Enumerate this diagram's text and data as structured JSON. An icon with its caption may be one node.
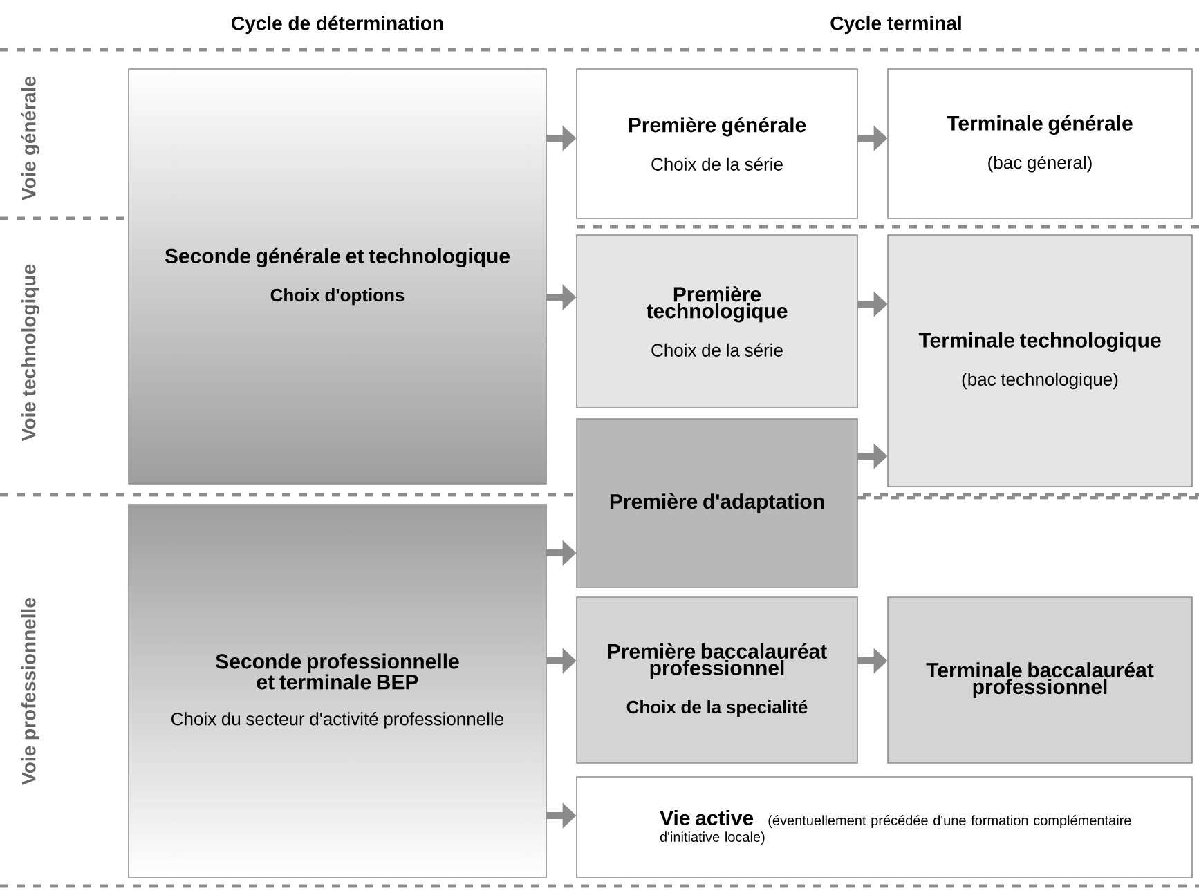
{
  "diagram": {
    "nodes": [
      {
        "text": [
          "Seconde générale et technologique",
          "Choix d'options"
        ]
      },
      {
        "text": [
          "Première générale",
          "Choix de la série"
        ]
      },
      {
        "text": [
          "Terminale générale",
          "(bac géneral)"
        ]
      },
      {
        "text": [
          "Première technologique",
          "Choix de la série"
        ]
      },
      {
        "text": [
          "Terminale technologique",
          "(bac technologique)"
        ]
      },
      {
        "text": [
          "Première d'adaptation"
        ]
      },
      {
        "text": [
          "Seconde professionnelle et terminale BEP",
          "Choix du secteur d'activité professionnelle"
        ]
      },
      {
        "text": [
          "Première baccalauréat professionnel",
          "Choix de la specialité"
        ]
      },
      {
        "text": [
          "Terminale baccalauréat professionnel"
        ]
      },
      {
        "text": [
          "Vie active",
          "(éventuellement précédée d'une formation complémentaire d'initiative locale)"
        ]
      }
    ],
    "edges": [
      {
        "from": 0,
        "to": 1,
        "arrow": "to"
      },
      {
        "from": 1,
        "to": 2,
        "arrow": "to"
      },
      {
        "from": 0,
        "to": 3,
        "arrow": "to"
      },
      {
        "from": 3,
        "to": 4,
        "arrow": "to"
      },
      {
        "from": 5,
        "to": 4,
        "arrow": "to"
      },
      {
        "from": 6,
        "to": 5,
        "arrow": "to"
      },
      {
        "from": 6,
        "to": 7,
        "arrow": "to"
      },
      {
        "from": 7,
        "to": 8,
        "arrow": "to"
      },
      {
        "from": 6,
        "to": 9,
        "arrow": "to"
      }
    ],
    "labels": [
      "Cycle de détermination",
      "Cycle terminal",
      "Voie générale",
      "Voie technologique",
      "Voie professionnelle"
    ]
  }
}
